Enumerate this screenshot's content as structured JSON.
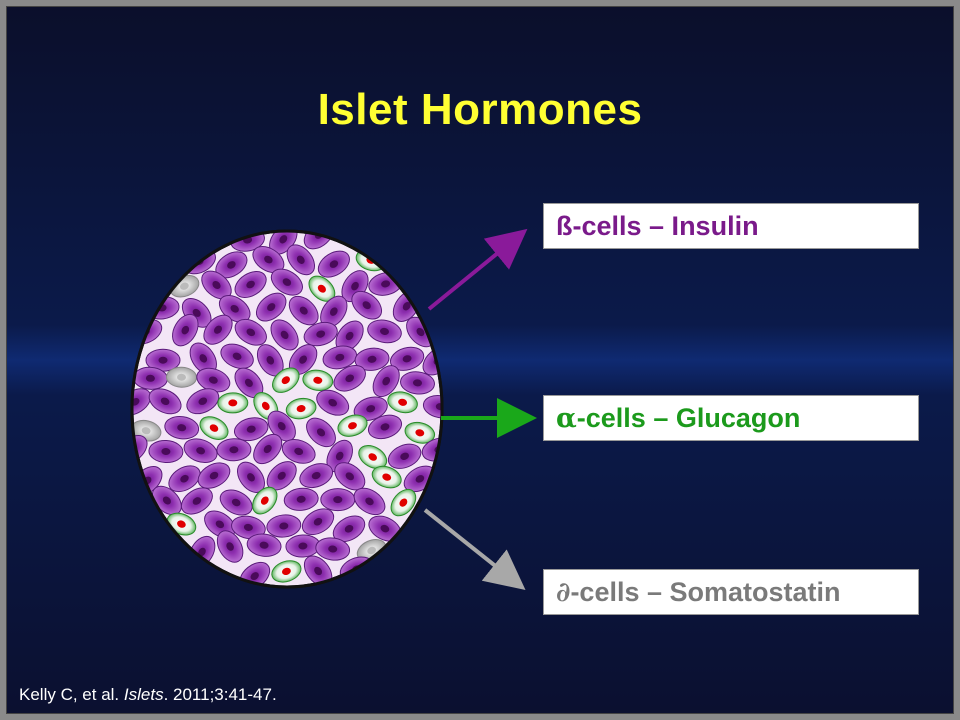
{
  "slide": {
    "title": "Islet Hormones",
    "labels": [
      {
        "prefix": "ß",
        "text": "-cells – Insulin",
        "color": "#7a1a8a"
      },
      {
        "prefix": "α",
        "text": "-cells – Glucagon",
        "color": "#1c9a1c"
      },
      {
        "prefix": "∂",
        "text": " -cells – Somatostatin",
        "color": "#7a7a7a"
      }
    ],
    "citation": {
      "authors": "Kelly C, et al.",
      "journal": "Islets",
      "rest": ". 2011;3:41-47."
    }
  },
  "colors": {
    "title": "#ffff33",
    "beta": "#9b30b8",
    "alpha": "#22a022",
    "delta": "#a0a0a0",
    "background": "#0b1a4a"
  }
}
